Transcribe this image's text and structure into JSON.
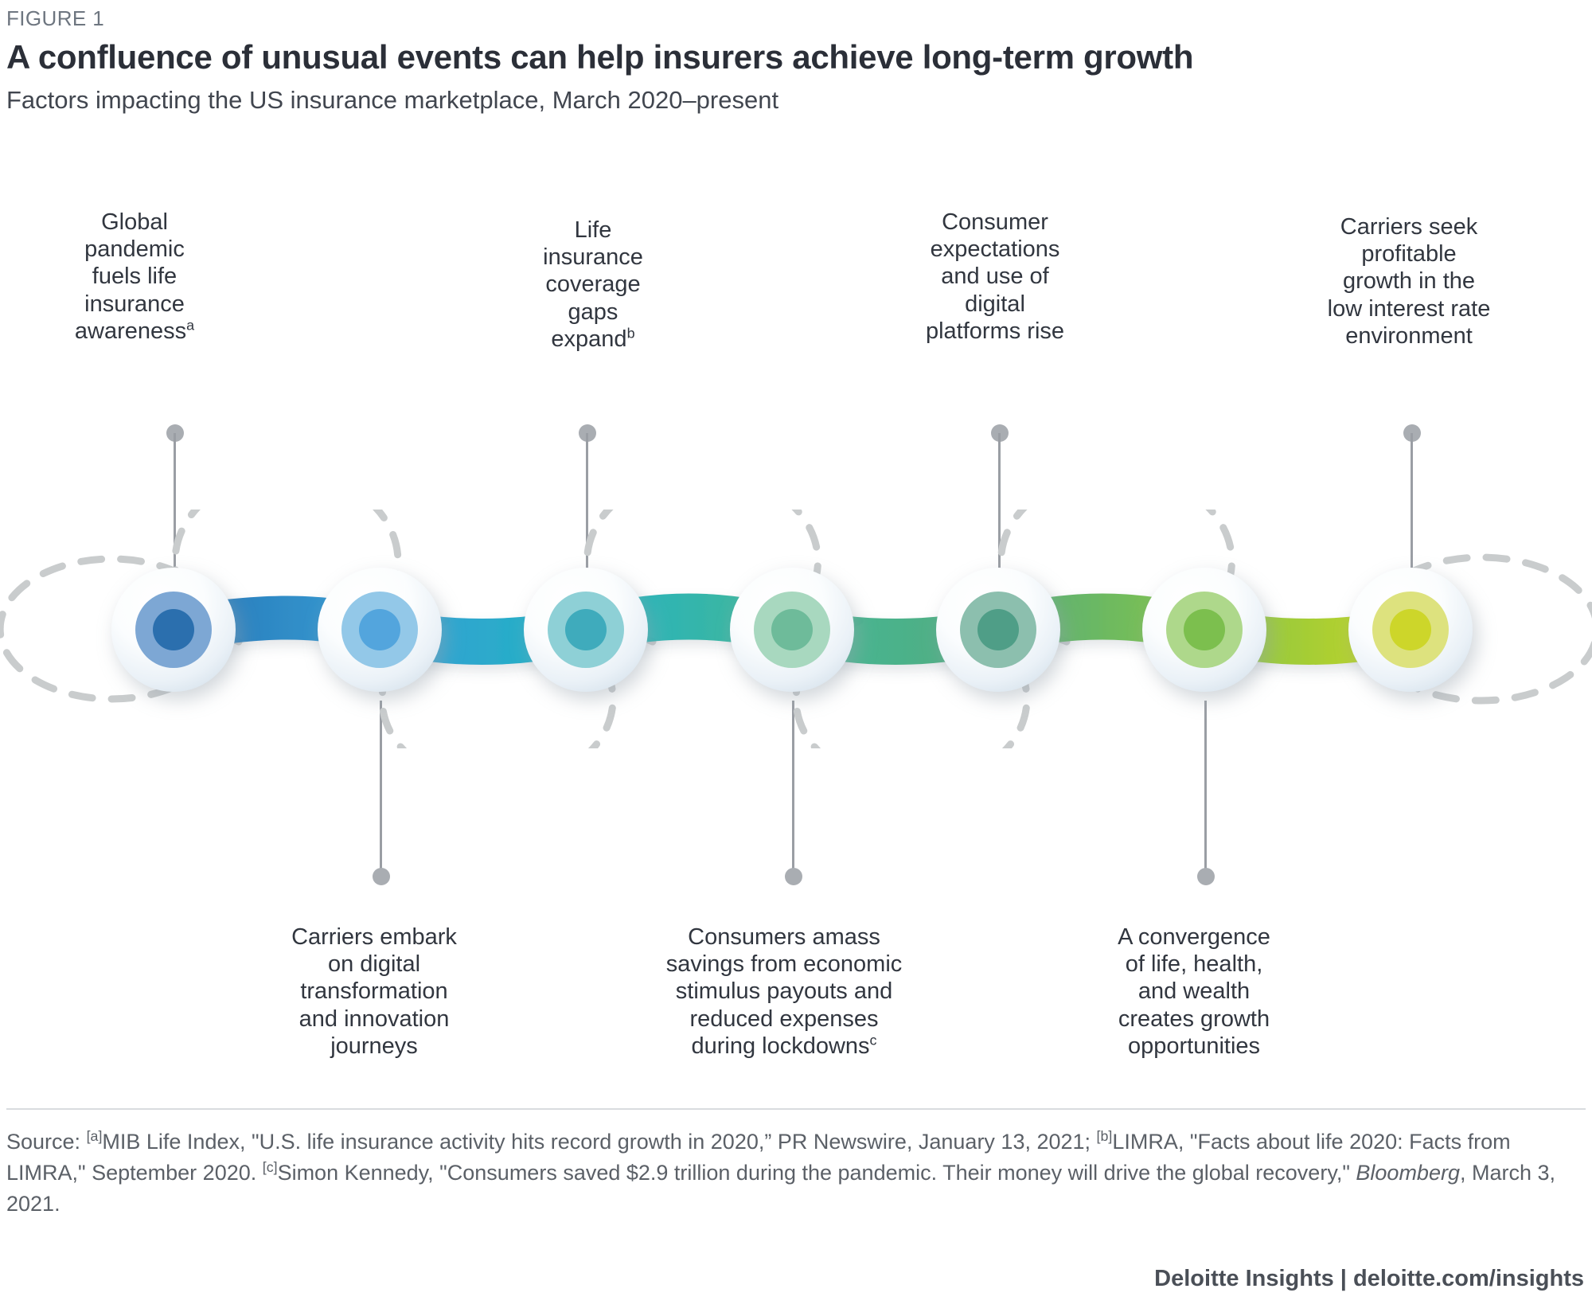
{
  "header": {
    "figure_label": "FIGURE 1",
    "title": "A confluence of unusual events can help insurers achieve long-term growth",
    "subtitle": "Factors impacting the US insurance marketplace, March 2020–present"
  },
  "chart_data": {
    "type": "diagram",
    "title": "A confluence of unusual events can help insurers achieve long-term growth",
    "subtitle": "Factors impacting the US insurance marketplace, March 2020–present",
    "node_count": 7,
    "nodes": [
      {
        "index": 1,
        "position": "top",
        "label": "Global\npandemic\nfuels life\ninsurance\nawareness",
        "footnote": "a",
        "inner_color": "#3f7fbf",
        "mid_color": "#7da7d4",
        "connector_color": "#1f6fb2"
      },
      {
        "index": 2,
        "position": "bottom",
        "label": "Carriers embark\non digital\ntransformation\nand innovation\njourneys",
        "footnote": "",
        "inner_color": "#53a5dd",
        "mid_color": "#93c8e8",
        "connector_color": "#2a9ad4"
      },
      {
        "index": 3,
        "position": "top",
        "label": "Life\ninsurance\ncoverage\ngaps\nexpand",
        "footnote": "b",
        "inner_color": "#46b3c4",
        "mid_color": "#8ed0d6",
        "connector_color": "#18b0c0"
      },
      {
        "index": 4,
        "position": "bottom",
        "label": "Consumers amass\nsavings from economic\nstimulus payouts and\nreduced expenses\nduring lockdowns",
        "footnote": "c",
        "inner_color": "#6ebb9a",
        "mid_color": "#a8d8bf",
        "connector_color": "#3bb492"
      },
      {
        "index": 5,
        "position": "top",
        "label": "Consumer\nexpectations\nand use of\ndigital\nplatforms rise",
        "footnote": "",
        "inner_color": "#4f9e87",
        "mid_color": "#8cbfae",
        "connector_color": "#49a878"
      },
      {
        "index": 6,
        "position": "bottom",
        "label": "A convergence\nof life, health,\nand wealth\ncreates growth\nopportunities",
        "footnote": "",
        "inner_color": "#7cbf4e",
        "mid_color": "#aed88b",
        "connector_color": "#7ec23f"
      },
      {
        "index": 7,
        "position": "top",
        "label": "Carriers seek\nprofitable\ngrowth in the\nlow interest rate\nenvironment",
        "footnote": "",
        "inner_color": "#cdd62a",
        "mid_color": "#dde27e",
        "connector_color": "#c3d419"
      }
    ],
    "gradient_stops": [
      "#1f6fb2",
      "#2a9ad4",
      "#18b0c0",
      "#3bb492",
      "#49a878",
      "#7ec23f",
      "#c3d419"
    ],
    "leader_line_color": "#9a9ea4",
    "leader_dot_color": "#a9adb2",
    "dashed_arc_color": "#c9cccd"
  },
  "source": {
    "prefix": "Source: ",
    "ref_a": "a",
    "part1": "MIB Life Index, \"U.S. life insurance activity hits record growth in 2020,” PR Newswire, January 13, 2021; ",
    "ref_b": "b",
    "part2": "LIMRA, \"Facts about life 2020: Facts from LIMRA,\" September 2020. ",
    "ref_c": "c",
    "part3": "Simon Kennedy, \"Consumers saved $2.9 trillion during the pandemic. Their money will drive the global recovery,\" ",
    "italic": "Bloomberg",
    "part4": ", March 3, 2021."
  },
  "footer": {
    "text": "Deloitte Insights | deloitte.com/insights"
  }
}
